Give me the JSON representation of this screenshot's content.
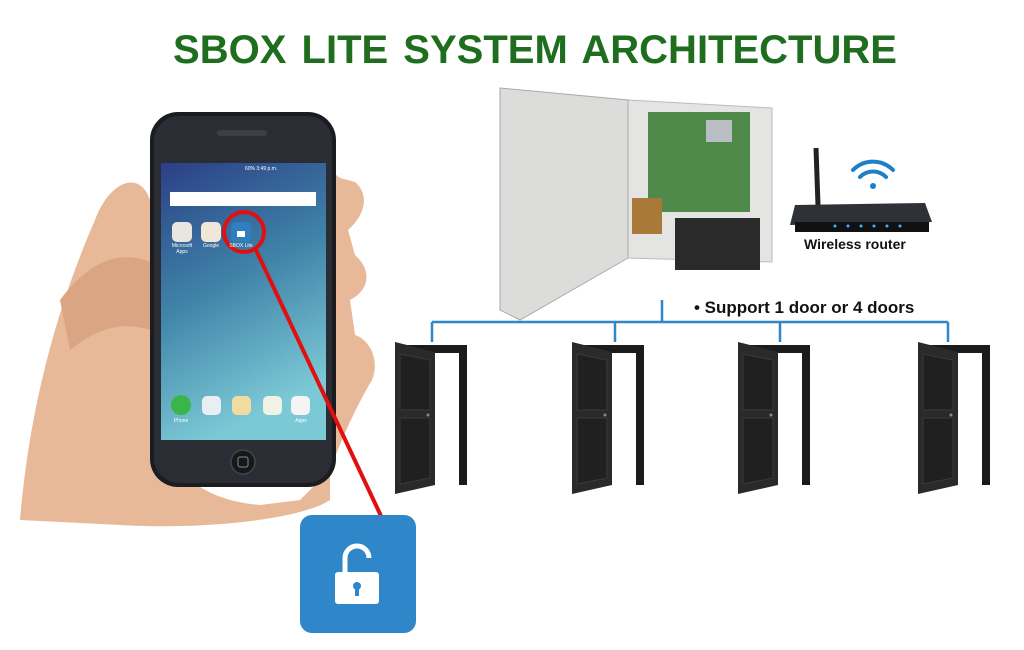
{
  "title": "SBOX LITE SYSTEM  ARCHITECTURE",
  "router_label": "Wireless router",
  "support_note": "• Support 1 door or 4 doors",
  "phone": {
    "status": "60% 3:49 p.m.",
    "apps_top": [
      "Microsoft Apps",
      "Google",
      "SBOX Lite"
    ],
    "dock": [
      "Phone",
      "Apps"
    ]
  },
  "colors": {
    "title": "#1f6e1f",
    "bus": "#2f86c8",
    "highlight": "#e01010",
    "lock_tile": "#2f86c8"
  },
  "door_count": 4
}
